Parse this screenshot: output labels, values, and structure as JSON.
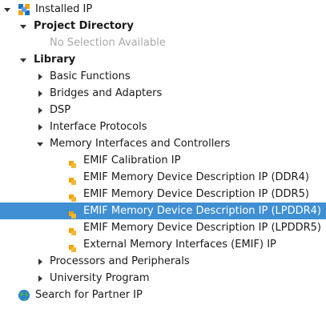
{
  "tree": {
    "root": {
      "label": "Installed IP",
      "icon": "installed-ip-icon"
    },
    "project_directory": {
      "label": "Project Directory",
      "empty_text": "No Selection Available"
    },
    "library": {
      "label": "Library",
      "categories": {
        "basic_functions": "Basic Functions",
        "bridges_adapters": "Bridges and Adapters",
        "dsp": "DSP",
        "interface_protocols": "Interface Protocols",
        "memory_interfaces": "Memory Interfaces and Controllers",
        "processors": "Processors and Peripherals",
        "university": "University Program"
      },
      "memory_items": [
        "EMIF Calibration IP",
        "EMIF Memory Device Description IP (DDR4)",
        "EMIF Memory Device Description IP (DDR5)",
        "EMIF Memory Device Description IP (LPDDR4)",
        "EMIF Memory Device Description IP (LPDDR5)",
        "External Memory Interfaces (EMIF) IP"
      ],
      "selected_item": "EMIF Memory Device Description IP (LPDDR4)"
    },
    "partner": {
      "label": "Search for Partner IP",
      "icon": "globe-icon"
    }
  },
  "colors": {
    "selection": "#3f8fd2",
    "ip_icon": "#f5a300",
    "disabled_text": "#a8a8a8"
  }
}
